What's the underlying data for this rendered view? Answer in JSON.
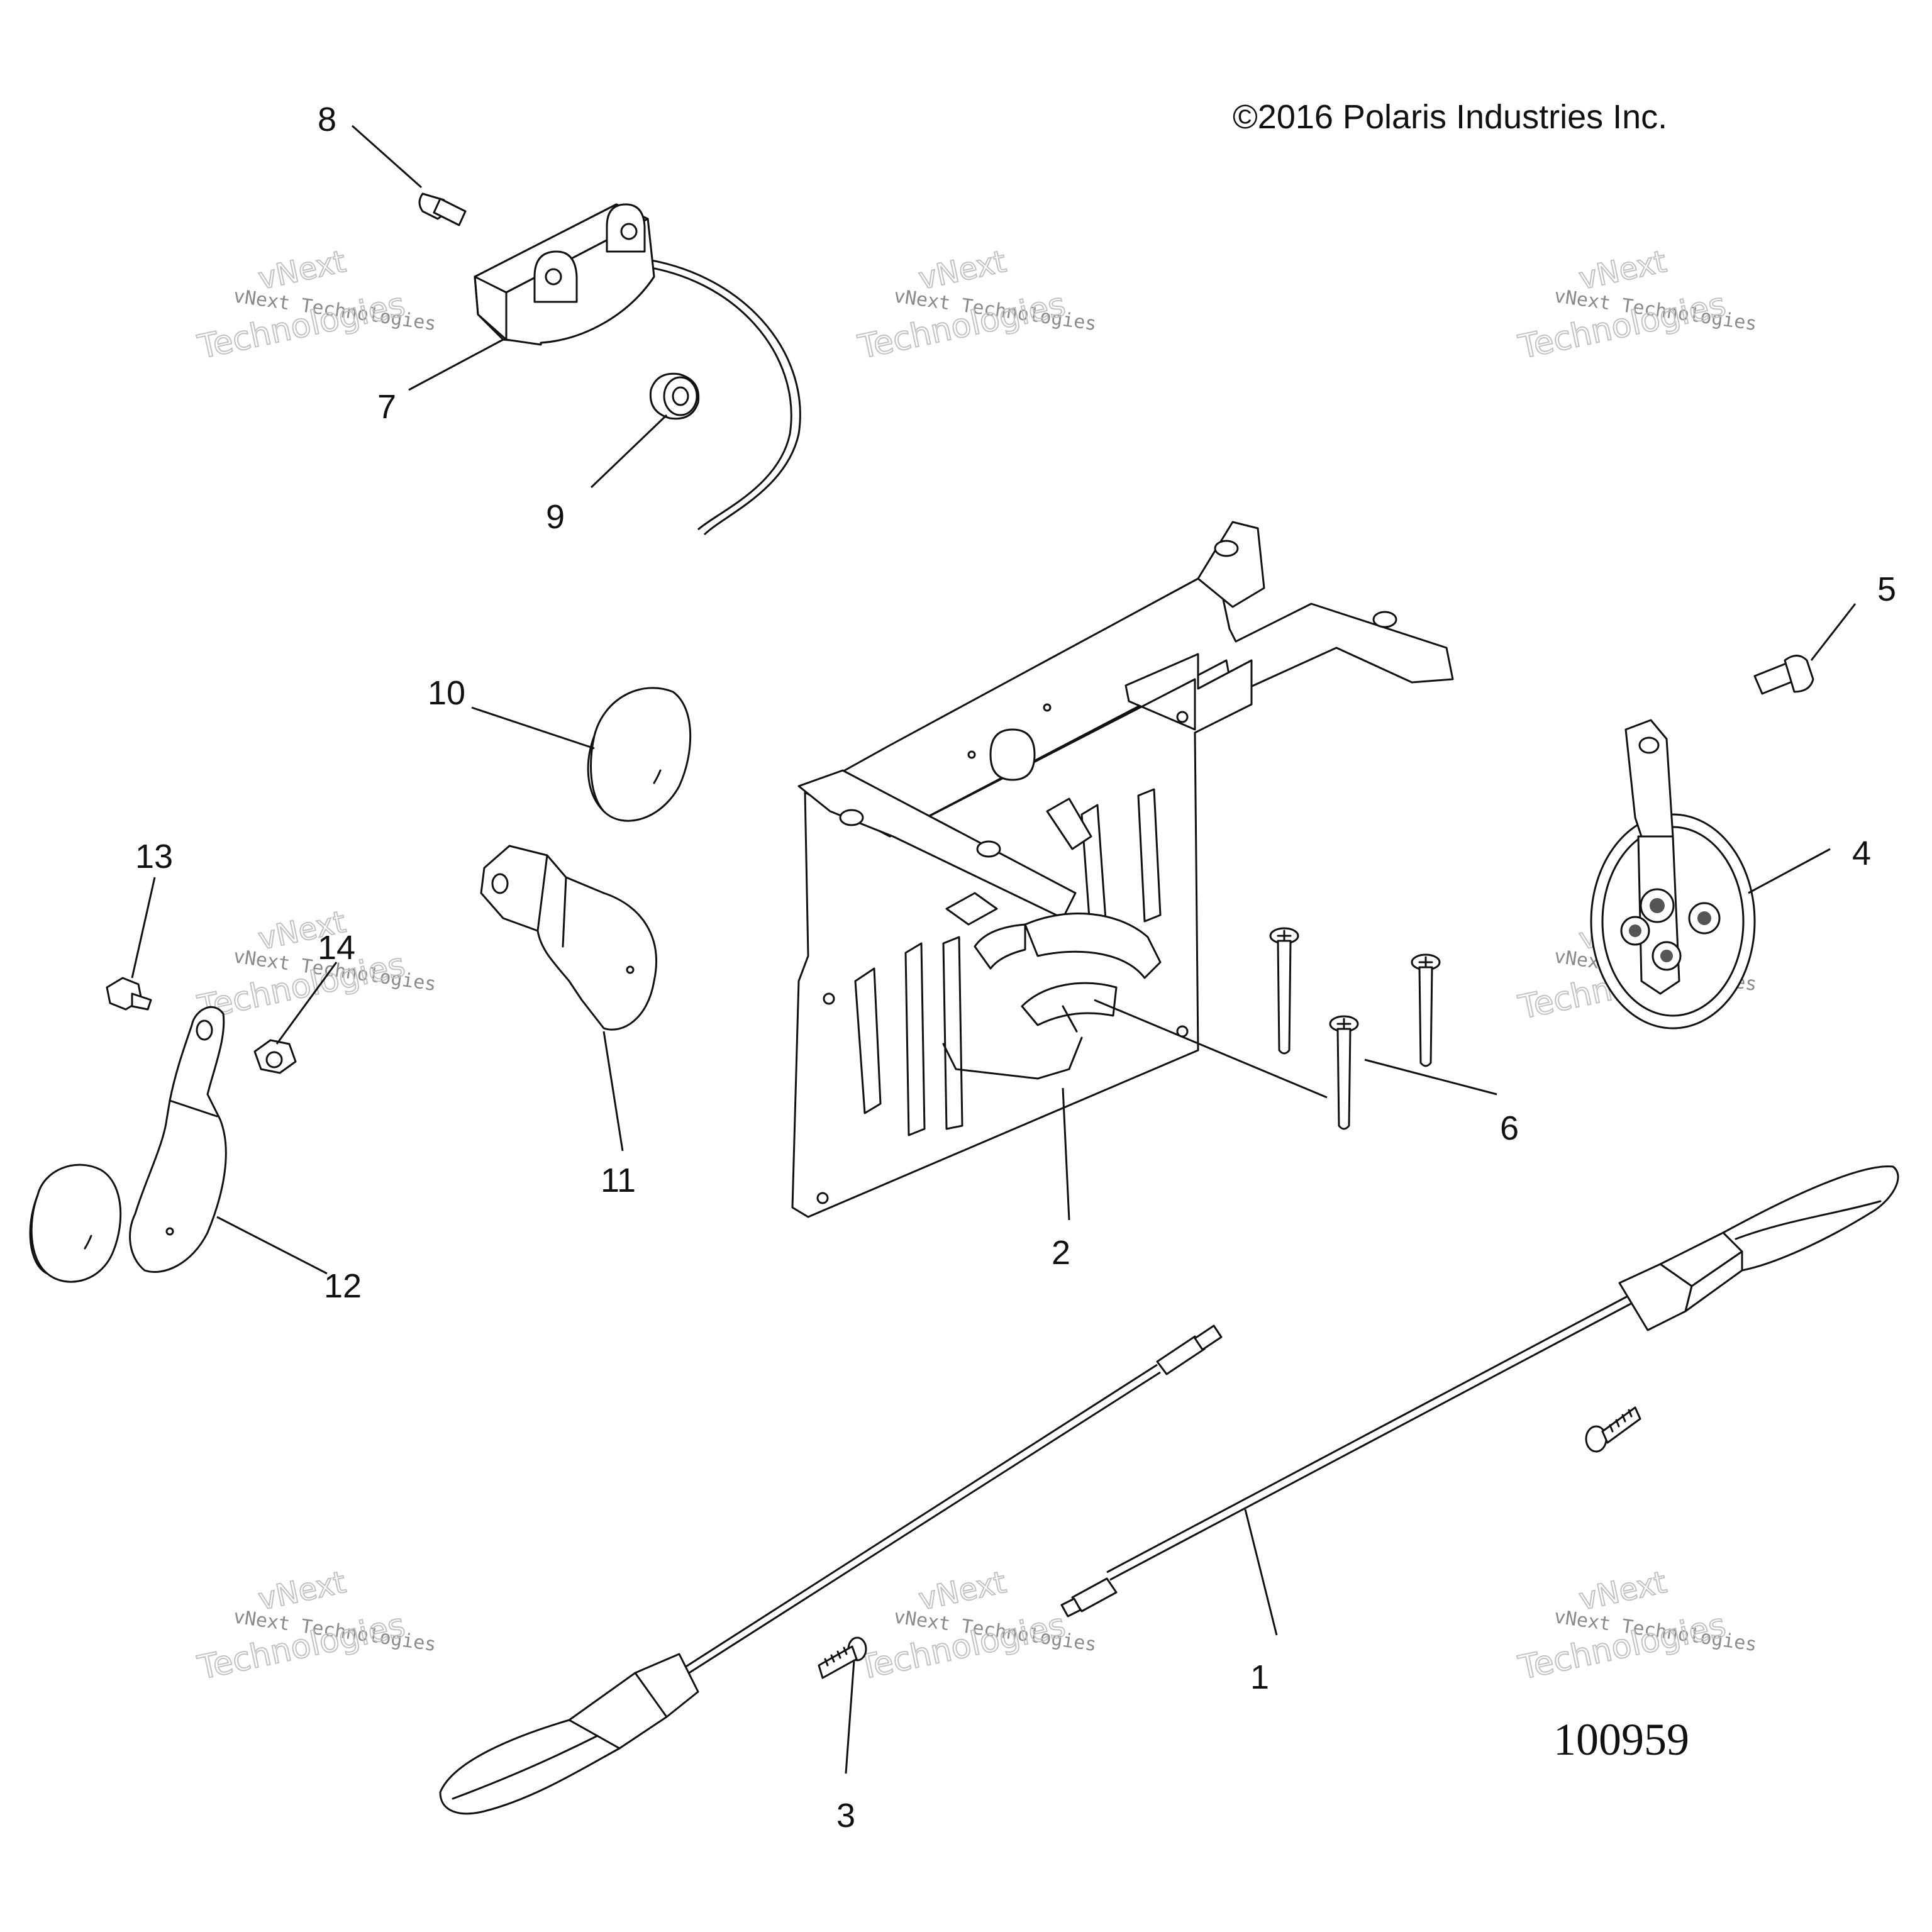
{
  "diagram": {
    "copyright": "©2016  Polaris Industries Inc.",
    "figure_number": "100959",
    "callouts": [
      "1",
      "2",
      "3",
      "4",
      "5",
      "6",
      "7",
      "8",
      "9",
      "10",
      "11",
      "12",
      "13",
      "14"
    ],
    "watermark": {
      "line1": "vNext Technologies",
      "line2": "Technologies",
      "line3": "vNext"
    }
  }
}
